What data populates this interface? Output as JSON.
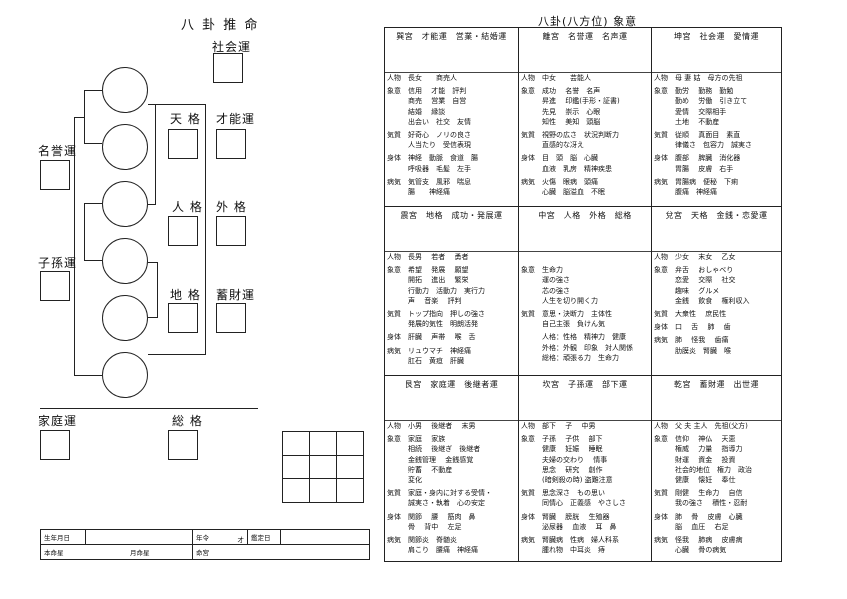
{
  "left": {
    "title": "八 卦 推 命",
    "labels": {
      "shakai": "社会運",
      "meiyo": "名誉運",
      "tenkaku": "天 格",
      "saino": "才能運",
      "jinkaku": "人 格",
      "gaikaku": "外 格",
      "shison": "子孫運",
      "chikaku": "地 格",
      "chikuzai": "蓄財運",
      "katei": "家庭運",
      "soukaku": "総 格"
    },
    "info": {
      "birth": "生年月日",
      "age": "年令",
      "age_suffix": "才",
      "kantei": "鑑定日",
      "honmei": "本命星",
      "getsumei": "月命星",
      "meigu": "命宮"
    }
  },
  "right": {
    "title": "八卦(八方位) 象意",
    "cells": [
      {
        "title": "巽宮　才能運　営業・結婚運",
        "sections": [
          {
            "h": "人物",
            "lines": [
              "長女　　商売人"
            ]
          },
          {
            "h": "象意",
            "lines": [
              "信用　 才能　評判",
              "商売　 営業　自営",
              "結婚　 縁談",
              "出会い　社交　友情"
            ]
          },
          {
            "h": "気質",
            "lines": [
              "好奇心　ノリの良さ",
              "人当たり　受信表現"
            ]
          },
          {
            "h": "身体",
            "lines": [
              "神経　動脈　食道　腸",
              "呼吸器　毛髪　左手"
            ]
          },
          {
            "h": "病気",
            "lines": [
              "気管支　風邪　喘息",
              "腸　　神経痛"
            ]
          }
        ]
      },
      {
        "title": "離宮　名誉運　名声運",
        "sections": [
          {
            "h": "人物",
            "lines": [
              "中女　　芸能人"
            ]
          },
          {
            "h": "象意",
            "lines": [
              "成功　 名誉　名声",
              "昇進　 印鑑(手形・証書)",
              "先見　 崇示　心眼",
              "知性　 美知　頭脳"
            ]
          },
          {
            "h": "気質",
            "lines": [
              "視野の広さ　状況判断力",
              "直感的な冴え"
            ]
          },
          {
            "h": "身体",
            "lines": [
              "目　頭　脳　心臓",
              "血液　乳房　精神疾患"
            ]
          },
          {
            "h": "病気",
            "lines": [
              "火傷　眼病　頭痛",
              "心臓　脳溢血　不眠"
            ]
          }
        ]
      },
      {
        "title": "坤宮　社会運　愛情運",
        "sections": [
          {
            "h": "人物",
            "lines": [
              "母 妻 姑　母方の先祖"
            ]
          },
          {
            "h": "象意",
            "lines": [
              "勤労　 勤務　勤勉",
              "勤め　 労働　引き立て",
              "愛情　 交際相手",
              "土地　 不動産"
            ]
          },
          {
            "h": "気質",
            "lines": [
              "従順　 真面目　素直",
              "律儀さ　包容力　誠実さ"
            ]
          },
          {
            "h": "身体",
            "lines": [
              "腹部　 脾臓　消化器",
              "胃腸　 皮膚　右手"
            ]
          },
          {
            "h": "病気",
            "lines": [
              "胃腸病　便秘　下痢",
              "腹痛　神経痛"
            ]
          }
        ]
      },
      {
        "title": "震宮　地格　成功・発展運",
        "sections": [
          {
            "h": "人物",
            "lines": [
              "長男　 若者　 勇者"
            ]
          },
          {
            "h": "象意",
            "lines": [
              "希望　 発展　 願望",
              "開拓　 進出　 繁栄",
              "行動力　活動力　実行力",
              "声　 音楽　 評判"
            ]
          },
          {
            "h": "気質",
            "lines": [
              "トップ指向　押しの強さ",
              "発展的気性　明朗活発"
            ]
          },
          {
            "h": "身体",
            "lines": [
              "肝臓　 声帯　 喉　舌"
            ]
          },
          {
            "h": "病気",
            "lines": [
              "リュウマチ　神経痛",
              "肛石　黄疸　肝臓"
            ]
          }
        ]
      },
      {
        "title": "中宮　人格　外格　総格",
        "sections": [
          {
            "h": "",
            "lines": [
              ""
            ]
          },
          {
            "h": "象意",
            "lines": [
              "生命力",
              "運の強さ",
              "芯の強さ",
              "人生を切り開く力"
            ]
          },
          {
            "h": "気質",
            "lines": [
              "意思・決断力　主体性",
              "自己主張　負けん気"
            ]
          },
          {
            "h": "",
            "lines": [
              "人格：性格　精神力　健康",
              "外格：外観　印象　対人関係",
              "総格：頑張る力　生命力"
            ]
          }
        ]
      },
      {
        "title": "兌宮　天格　金銭・恋愛運",
        "sections": [
          {
            "h": "人物",
            "lines": [
              "少女　 末女　 乙女"
            ]
          },
          {
            "h": "象意",
            "lines": [
              "弁舌　 おしゃべり",
              "恋愛　 交際　 社交",
              "趣味　 グルメ",
              "金銭　 飲食　 権利収入"
            ]
          },
          {
            "h": "気質",
            "lines": [
              "大衆性　 庶民性"
            ]
          },
          {
            "h": "身体",
            "lines": [
              "口　 舌　 肺　 歯"
            ]
          },
          {
            "h": "病気",
            "lines": [
              "肺　 怪我　 歯痛",
              "肋膜炎　腎臓　喉"
            ]
          }
        ]
      },
      {
        "title": "艮宮　家庭運　後継者運",
        "sections": [
          {
            "h": "人物",
            "lines": [
              "小男　 後継者　 末男"
            ]
          },
          {
            "h": "象意",
            "lines": [
              "家庭　 家族",
              "相続　 後継ぎ　後継者",
              "金銭管理　 金銭感覚",
              "貯蓄　 不動産",
              "変化"
            ]
          },
          {
            "h": "気質",
            "lines": [
              "家庭・身内に対する受情・",
              "誠実さ・執着　心の安定"
            ]
          },
          {
            "h": "身体",
            "lines": [
              "関節　 腰　 筋肉　鼻",
              "骨　 背中　 左足"
            ]
          },
          {
            "h": "病気",
            "lines": [
              "関節炎　脊髄炎",
              "肩こり　腰痛　神経痛"
            ]
          }
        ]
      },
      {
        "title": "坎宮　子孫運　部下運",
        "sections": [
          {
            "h": "人物",
            "lines": [
              "部下　 子　 中男"
            ]
          },
          {
            "h": "象意",
            "lines": [
              "子孫　 子供　 部下",
              "健康　 妊娠　 睡眠",
              "夫婦の交わり　 情事",
              "思念　 研究　 創作",
              "(暗剣殺の時) 盗難注意"
            ]
          },
          {
            "h": "気質",
            "lines": [
              "思念深さ　もの思い",
              "同情心　正義感　やさしさ"
            ]
          },
          {
            "h": "身体",
            "lines": [
              "腎臓　 膀胱　 生殖器",
              "泌尿器　 血液　 耳　鼻"
            ]
          },
          {
            "h": "病気",
            "lines": [
              "腎臓病　性病　婦人科系",
              "腫れ物　中耳炎　痔"
            ]
          }
        ]
      },
      {
        "title": "乾宮　蓄財運　出世運",
        "sections": [
          {
            "h": "人物",
            "lines": [
              "父 夫 主人　先祖(父方)"
            ]
          },
          {
            "h": "象意",
            "lines": [
              "信仰　 神仏　 天恵",
              "権威　 力量　 指導力",
              "財運　 資金　 投資",
              "社会的地位　権力　政治",
              "健康　 懐妊　 奉仕"
            ]
          },
          {
            "h": "気質",
            "lines": [
              "剛健　 生命力　 自信",
              "我の強さ　 積性・忍耐"
            ]
          },
          {
            "h": "身体",
            "lines": [
              "肺　 骨　 皮膚　心臓",
              "脳　 血圧　 右足"
            ]
          },
          {
            "h": "病気",
            "lines": [
              "怪我　 肺病　 皮膚病",
              "心臓　 骨の病気"
            ]
          }
        ]
      }
    ]
  }
}
